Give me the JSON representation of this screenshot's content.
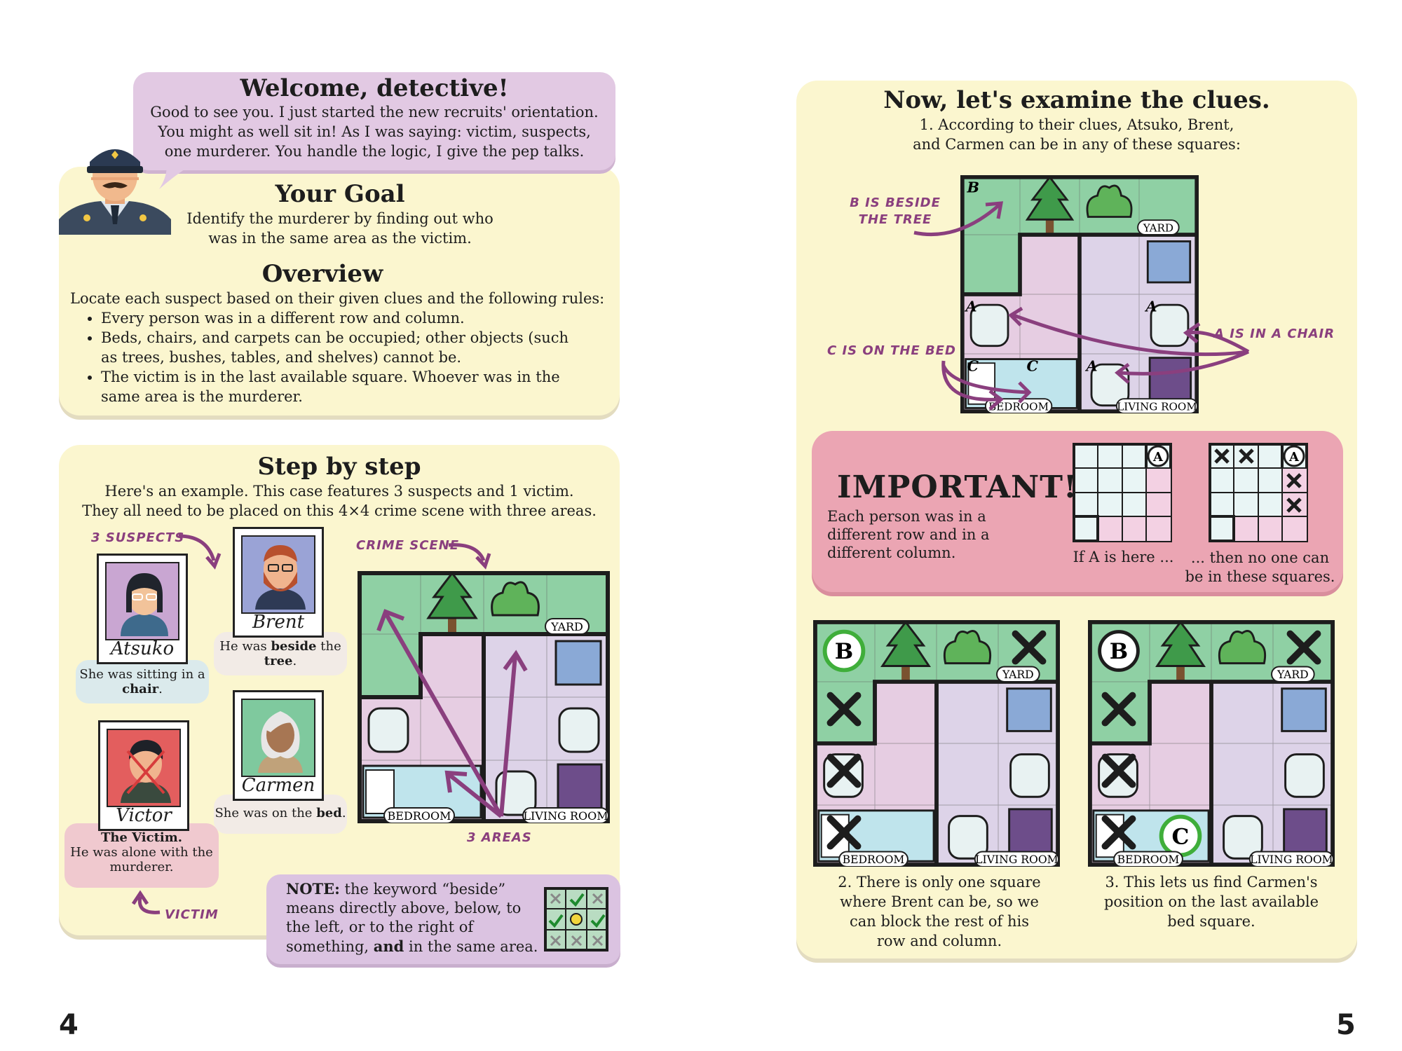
{
  "page_left": {
    "welcome": {
      "title": "Welcome, detective!",
      "text": "Good to see you. I just started the new recruits' orientation. You might as well sit in! As I was saying: victim, suspects, one murderer. You handle the logic, I give the pep talks."
    },
    "goal": {
      "title": "Your Goal",
      "text": "Identify the murderer by finding out who was in the same area as the victim."
    },
    "overview": {
      "title": "Overview",
      "intro": "Locate each suspect based on their given clues and the following rules:",
      "rules": [
        "Every person was in a different row and column.",
        "Beds, chairs, and carpets can be occupied; other objects (such as trees, bushes, tables, and shelves) cannot be.",
        "The victim is in the last available square. Whoever was in the same area is the murderer."
      ]
    },
    "step": {
      "title": "Step by step",
      "line1": "Here's an example. This case features 3 suspects and 1 victim.",
      "line2": "They all need to be placed on this 4×4 crime scene with three areas.",
      "label_suspects": "3 SUSPECTS",
      "label_crime_scene": "CRIME SCENE",
      "label_areas": "3 AREAS",
      "label_victim": "VICTIM"
    },
    "suspects": [
      {
        "name": "Atsuko",
        "clue_pre": "She was sitting in a ",
        "clue_bold": "chair",
        "clue_post": "."
      },
      {
        "name": "Brent",
        "clue_pre": "He was ",
        "clue_bold": "beside",
        "clue_mid": " the ",
        "clue_bold2": "tree",
        "clue_post": "."
      },
      {
        "name": "Carmen",
        "clue_pre": "She was on the ",
        "clue_bold": "bed",
        "clue_post": "."
      }
    ],
    "victim": {
      "name": "Victor",
      "title": "The Victim.",
      "text": "He was alone with the murderer."
    },
    "note": {
      "bold": "NOTE:",
      "text": " the keyword “beside” means directly above, below, to the left, or to the right of something, ",
      "bold2": "and",
      "text2": " in the same area."
    },
    "page_number": "4"
  },
  "page_right": {
    "clues": {
      "title": "Now, let's examine the clues.",
      "text1": "1. According to their clues, Atsuko, Brent,",
      "text2": "and Carmen can be in any of these squares:",
      "label_b": "B IS BESIDE THE TREE",
      "label_c": "C IS ON THE BED",
      "label_a": "A IS IN A CHAIR"
    },
    "important": {
      "title": "IMPORTANT!",
      "text": "Each person was in a different row and in a different column.",
      "caption1": "If A is here ...",
      "caption2": "... then no one can be in these squares."
    },
    "step2": "2. There is only one square where Brent can be, so we can block the rest of his row and column.",
    "step3": "3. This lets us find Carmen's position on the last available bed square.",
    "page_number": "5"
  },
  "grid_labels": {
    "yard": "YARD",
    "bedroom": "BEDROOM",
    "living_room": "LIVING ROOM"
  },
  "markers": {
    "a": "A",
    "b": "B",
    "c": "C"
  },
  "colors": {
    "panel": "#fbf6cf",
    "bubble_purple": "#e2c9e3",
    "important_pink": "#eba5b3",
    "victim_pink": "#f0c9cf",
    "caption_blue": "#dbeaec",
    "yard_green": "#8fd0a4",
    "bedroom_pink": "#e6cde2",
    "living_lilac": "#ddd3e8",
    "arrow": "#8a3f7e"
  }
}
